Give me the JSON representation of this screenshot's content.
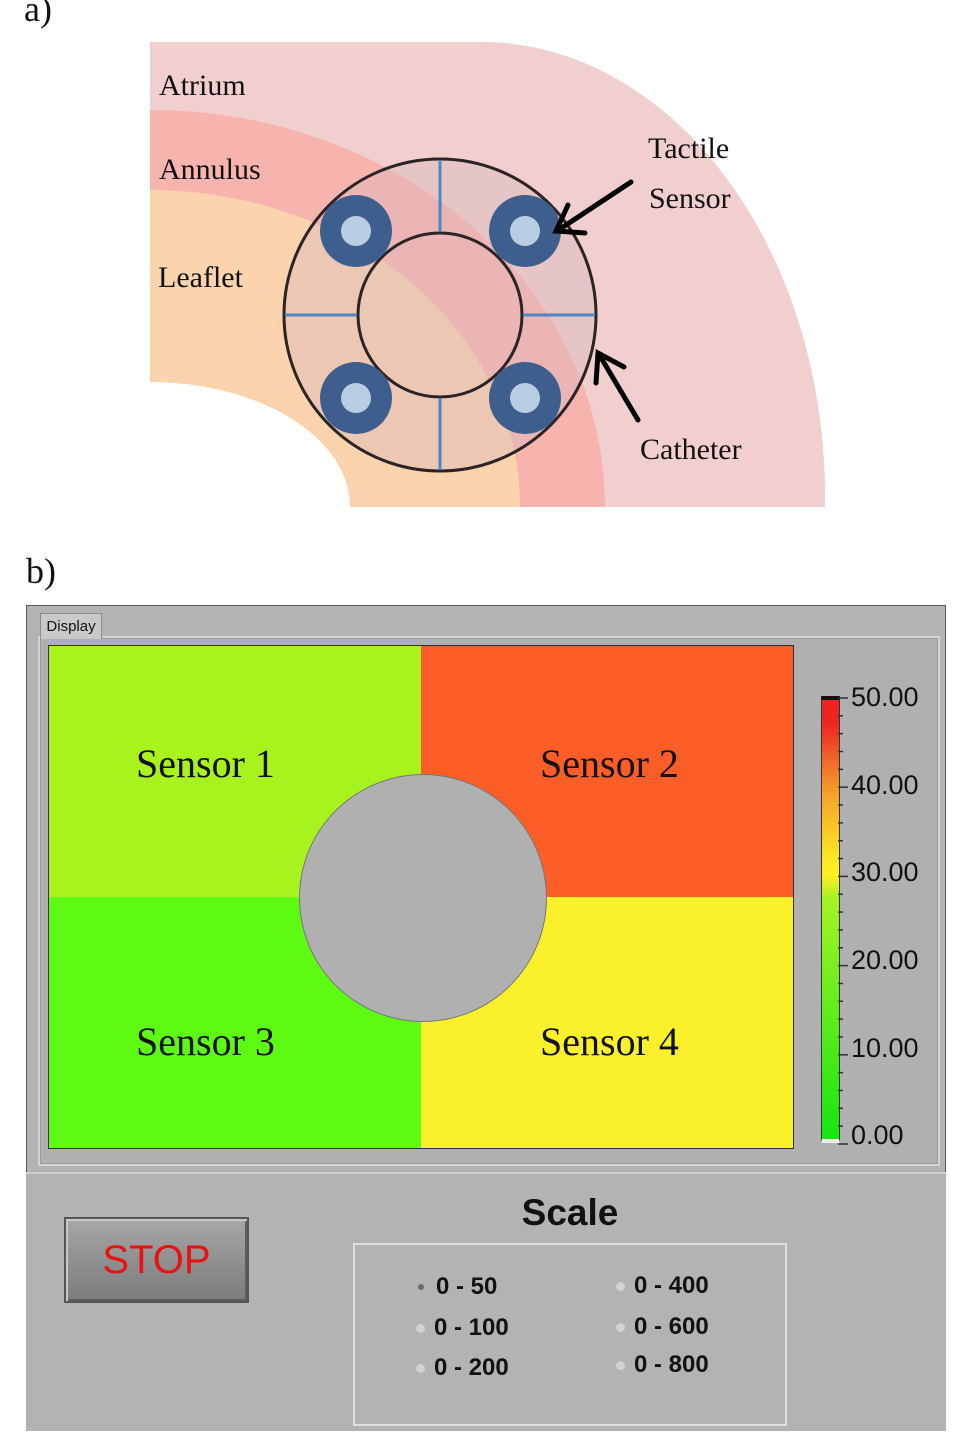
{
  "panel_a": {
    "label": "a)",
    "regions": {
      "atrium": "Atrium",
      "annulus": "Annulus",
      "leaflet": "Leaflet"
    },
    "callouts": {
      "tactile_line1": "Tactile",
      "tactile_line2": "Sensor",
      "catheter": "Catheter"
    },
    "colors": {
      "atrium": "#f1cfcf",
      "annulus": "#f7b3ae",
      "leaflet": "#fbd4ae",
      "sensor_ring": "#3e5f8e",
      "sensor_center": "#b9cde2",
      "divider": "#4f86c6"
    }
  },
  "panel_b": {
    "label": "b)",
    "tab": "Display",
    "sensors": [
      {
        "label": "Sensor 1",
        "color": "#a8f21e"
      },
      {
        "label": "Sensor 2",
        "color": "#fd5e28"
      },
      {
        "label": "Sensor 3",
        "color": "#5efb12"
      },
      {
        "label": "Sensor 4",
        "color": "#fbf12b"
      }
    ],
    "colorbar": {
      "ticks": [
        "50.00",
        "40.00",
        "30.00",
        "20.00",
        "10.00",
        "0.00"
      ],
      "range": [
        0,
        50
      ],
      "colors": {
        "low": "#17e512",
        "mid": "#ffee22",
        "high": "#ec2422"
      }
    },
    "stop_button": "STOP",
    "scale": {
      "title": "Scale",
      "options_left": [
        "0 - 50",
        "0 - 100",
        "0 - 200"
      ],
      "options_right": [
        "0 - 400",
        "0 - 600",
        "0 - 800"
      ],
      "selected": "0 - 50"
    }
  }
}
